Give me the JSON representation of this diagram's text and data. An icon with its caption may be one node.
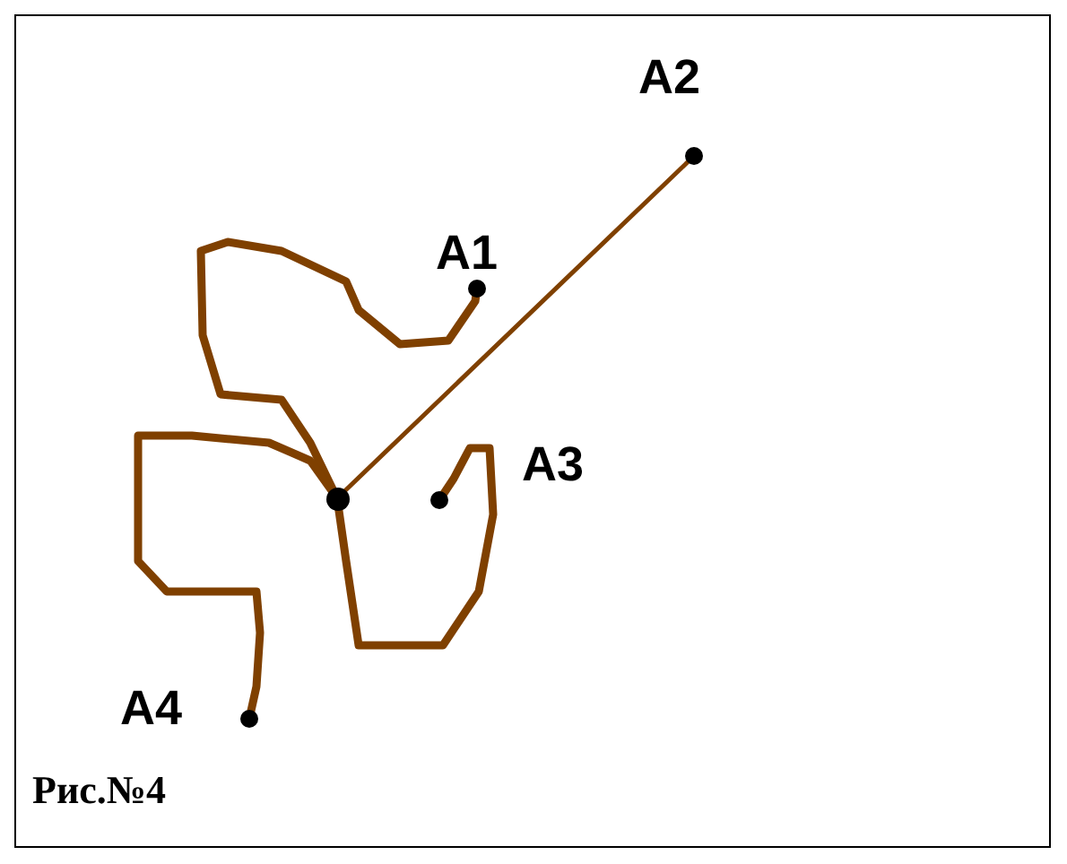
{
  "diagram": {
    "caption": "Рис.№4",
    "nodes": [
      {
        "text": [
          "A1"
        ]
      },
      {
        "text": [
          "A2"
        ]
      },
      {
        "text": [
          "A3"
        ]
      },
      {
        "text": [
          "A4"
        ]
      },
      {
        "text": [],
        "shape": "circle"
      }
    ],
    "edges": [
      {
        "from": 4,
        "to": 0,
        "arrow": "none"
      },
      {
        "from": 4,
        "to": 1,
        "arrow": "none"
      },
      {
        "from": 4,
        "to": 2,
        "arrow": "none"
      },
      {
        "from": 4,
        "to": 3,
        "arrow": "none"
      }
    ]
  }
}
